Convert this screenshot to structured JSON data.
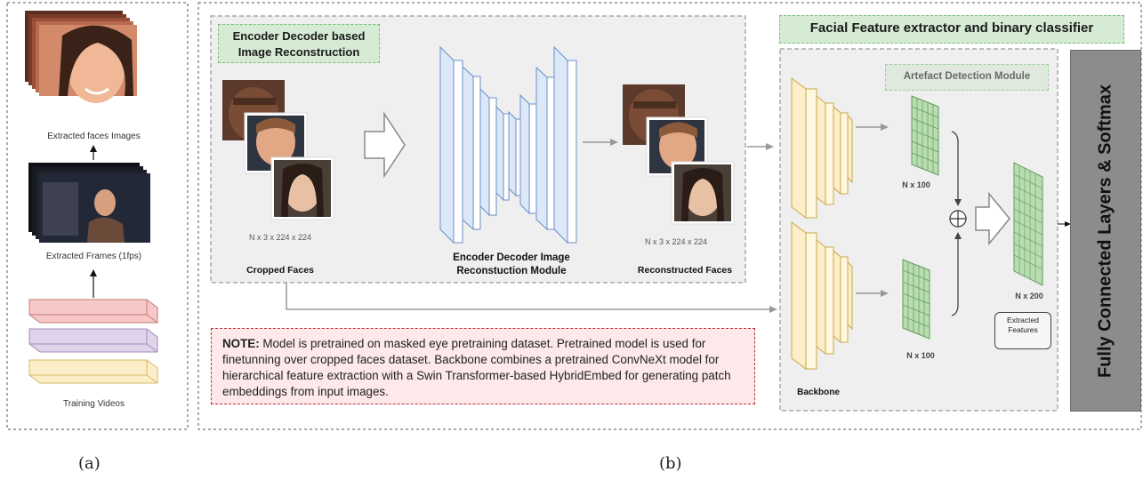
{
  "panel_a": {
    "labels": {
      "extracted_faces": "Extracted faces Images",
      "extracted_frames": "Extracted Frames (1fps)",
      "training_videos": "Training Videos"
    },
    "caption": "(a)"
  },
  "panel_b": {
    "caption": "(b)",
    "reconstruction_title": "Encoder Decoder based\nImage Reconstruction",
    "input_dims": "N x 3 x 224 x 224",
    "cropped_faces": "Cropped Faces",
    "module_label": "Encoder Decoder Image\nReconstuction Module",
    "output_dims": "N x 3 x 224 x 224",
    "reconstructed_faces": "Reconstructed Faces",
    "classifier_title": "Facial Feature extractor and binary classifier",
    "artefact_module": "Artefact Detection Module",
    "feature_dims_top": "N x 100",
    "feature_dims_bottom": "N x 100",
    "combined_dims": "N x 200",
    "extracted_features": "Extracted\nFeatures",
    "backbone": "Backbone",
    "fc_layers": "Fully Connected Layers & Softmax",
    "note_prefix": "NOTE:",
    "note_text": "Model is pretrained on masked eye pretraining dataset. Pretrained model is used for finetunning over cropped faces dataset. Backbone combines a pretrained ConvNeXt model for hierarchical feature extraction with a Swin Transformer-based HybridEmbed for generating patch embeddings from input images."
  },
  "colors": {
    "encoder_block": "#dce8f8",
    "backbone_block": "#fbeec8",
    "feature_grid": "#b9dcb1",
    "note_bg": "#fde8ea",
    "title_bg": "#d5ebd3",
    "fc_bg": "#8c8c8c"
  }
}
